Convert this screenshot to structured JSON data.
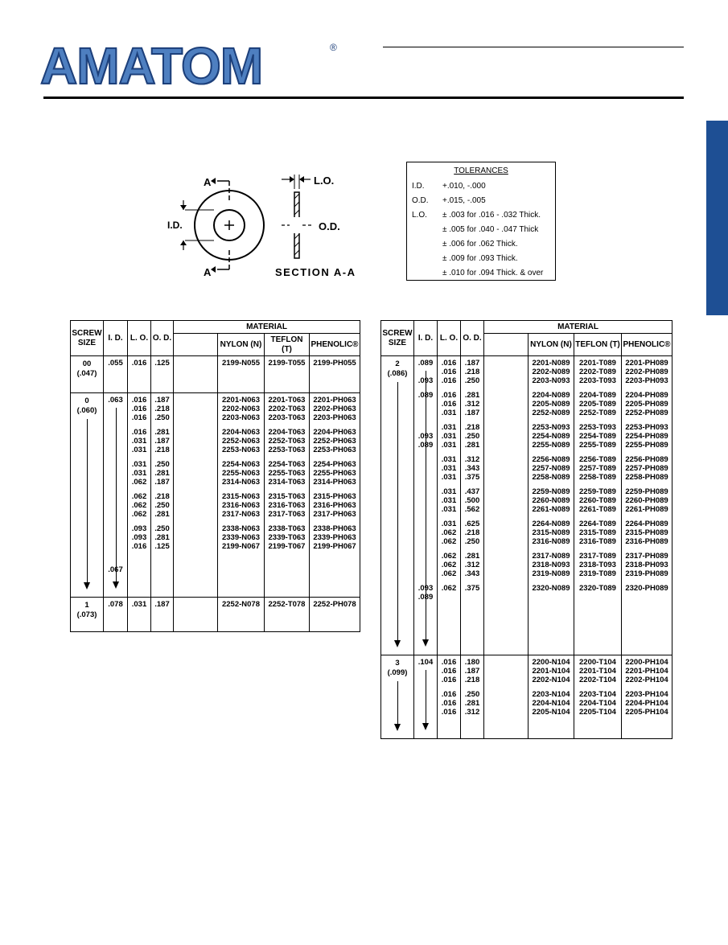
{
  "brand": {
    "name": "AMATOM",
    "reg_mark": "®"
  },
  "colors": {
    "brand_blue": "#4e7fc0",
    "brand_dark": "#1c3f7a",
    "side_tab": "#1e4f94"
  },
  "diagram": {
    "label_a_top": "A",
    "label_a_bottom": "A",
    "label_id": "I.D.",
    "label_lo": "L.O.",
    "label_od": "O.D.",
    "section_label": "SECTION A-A"
  },
  "tolerances": {
    "title": "TOLERANCES",
    "rows": [
      {
        "key": "I.D.",
        "value": "+.010, -.000"
      },
      {
        "key": "O.D.",
        "value": "+.015, -.005"
      },
      {
        "key": "L.O.",
        "value": "± .003 for .016 - .032 Thick."
      },
      {
        "key": "",
        "value": "± .005 for .040 - .047 Thick"
      },
      {
        "key": "",
        "value": "± .006 for .062 Thick."
      },
      {
        "key": "",
        "value": "± .009 for .093 Thick."
      },
      {
        "key": "",
        "value": "± .010 for .094 Thick. & over"
      }
    ]
  },
  "headers": {
    "screw_size": "SCREW SIZE",
    "id": "I. D.",
    "lo": "L. O.",
    "od": "O. D.",
    "material": "MATERIAL",
    "nylon": "NYLON (N)",
    "teflon": "TEFLON (T)",
    "phenolic": "PHENOLIC®"
  },
  "left_table": {
    "groups": [
      {
        "size": "00",
        "size_dec": "(.047)",
        "arrow": false,
        "id": [
          ".055"
        ],
        "lo": [
          ".016"
        ],
        "od": [
          ".125"
        ],
        "nylon": [
          "2199-N055"
        ],
        "teflon": [
          "2199-T055"
        ],
        "phenolic": [
          "2199-PH055"
        ]
      },
      {
        "size": "0",
        "size_dec": "(.060)",
        "arrow": true,
        "id": [
          ".063",
          "",
          "",
          "",
          "",
          "",
          "",
          "",
          "",
          "",
          "",
          "",
          "",
          "",
          "",
          "",
          ".067"
        ],
        "lo": [
          ".016",
          ".016",
          ".016",
          ".016",
          ".031",
          ".031",
          ".031",
          ".031",
          ".062",
          ".062",
          ".062",
          ".062",
          ".093",
          ".093",
          ".016"
        ],
        "od": [
          ".187",
          ".218",
          ".250",
          ".281",
          ".187",
          ".218",
          ".250",
          ".281",
          ".187",
          ".218",
          ".250",
          ".281",
          ".250",
          ".281",
          ".125"
        ],
        "nylon": [
          "2201-N063",
          "2202-N063",
          "2203-N063",
          "2204-N063",
          "2252-N063",
          "2253-N063",
          "2254-N063",
          "2255-N063",
          "2314-N063",
          "2315-N063",
          "2316-N063",
          "2317-N063",
          "2338-N063",
          "2339-N063",
          "2199-N067"
        ],
        "teflon": [
          "2201-T063",
          "2202-T063",
          "2203-T063",
          "2204-T063",
          "2252-T063",
          "2253-T063",
          "2254-T063",
          "2255-T063",
          "2314-T063",
          "2315-T063",
          "2316-T063",
          "2317-T063",
          "2338-T063",
          "2339-T063",
          "2199-T067"
        ],
        "phenolic": [
          "2201-PH063",
          "2202-PH063",
          "2203-PH063",
          "2204-PH063",
          "2252-PH063",
          "2253-PH063",
          "2254-PH063",
          "2255-PH063",
          "2314-PH063",
          "2315-PH063",
          "2316-PH063",
          "2317-PH063",
          "2338-PH063",
          "2339-PH063",
          "2199-PH067"
        ]
      },
      {
        "size": "1",
        "size_dec": "(.073)",
        "arrow": false,
        "id": [
          ".078"
        ],
        "lo": [
          ".031"
        ],
        "od": [
          ".187"
        ],
        "nylon": [
          "2252-N078"
        ],
        "teflon": [
          "2252-T078"
        ],
        "phenolic": [
          "2252-PH078"
        ]
      }
    ]
  },
  "right_table": {
    "groups": [
      {
        "size": "2",
        "size_dec": "(.086)",
        "arrow": true,
        "id": [
          ".089",
          "",
          ".093",
          ".089",
          "",
          "",
          "",
          ".093",
          ".089",
          "",
          "",
          "",
          "",
          "",
          "",
          "",
          "",
          "",
          "",
          "",
          "",
          ".093",
          ".089",
          ""
        ],
        "lo": [
          ".016",
          ".016",
          ".016",
          ".016",
          ".016",
          ".031",
          ".031",
          ".031",
          ".031",
          ".031",
          ".031",
          ".031",
          ".031",
          ".031",
          ".031",
          ".031",
          ".062",
          ".062",
          ".062",
          ".062",
          ".062",
          ".062"
        ],
        "od": [
          ".187",
          ".218",
          ".250",
          ".281",
          ".312",
          ".187",
          ".218",
          ".250",
          ".281",
          ".312",
          ".343",
          ".375",
          ".437",
          ".500",
          ".562",
          ".625",
          ".218",
          ".250",
          ".281",
          ".312",
          ".343",
          ".375"
        ],
        "nylon": [
          "2201-N089",
          "2202-N089",
          "2203-N093",
          "2204-N089",
          "2205-N089",
          "2252-N089",
          "2253-N093",
          "2254-N089",
          "2255-N089",
          "2256-N089",
          "2257-N089",
          "2258-N089",
          "2259-N089",
          "2260-N089",
          "2261-N089",
          "2264-N089",
          "2315-N089",
          "2316-N089",
          "2317-N089",
          "2318-N093",
          "2319-N089",
          "2320-N089"
        ],
        "teflon": [
          "2201-T089",
          "2202-T089",
          "2203-T093",
          "2204-T089",
          "2205-T089",
          "2252-T089",
          "2253-T093",
          "2254-T089",
          "2255-T089",
          "2256-T089",
          "2257-T089",
          "2258-T089",
          "2259-T089",
          "2260-T089",
          "2261-T089",
          "2264-T089",
          "2315-T089",
          "2316-T089",
          "2317-T089",
          "2318-T093",
          "2319-T089",
          "2320-T089"
        ],
        "phenolic": [
          "2201-PH089",
          "2202-PH089",
          "2203-PH093",
          "2204-PH089",
          "2205-PH089",
          "2252-PH089",
          "2253-PH093",
          "2254-PH089",
          "2255-PH089",
          "2256-PH089",
          "2257-PH089",
          "2258-PH089",
          "2259-PH089",
          "2260-PH089",
          "2261-PH089",
          "2264-PH089",
          "2315-PH089",
          "2316-PH089",
          "2317-PH089",
          "2318-PH093",
          "2319-PH089",
          "2320-PH089"
        ]
      },
      {
        "size": "3",
        "size_dec": "(.099)",
        "arrow": true,
        "id": [
          ".104"
        ],
        "lo": [
          ".016",
          ".016",
          ".016",
          ".016",
          ".016",
          ".016"
        ],
        "od": [
          ".180",
          ".187",
          ".218",
          ".250",
          ".281",
          ".312"
        ],
        "nylon": [
          "2200-N104",
          "2201-N104",
          "2202-N104",
          "2203-N104",
          "2204-N104",
          "2205-N104"
        ],
        "teflon": [
          "2200-T104",
          "2201-T104",
          "2202-T104",
          "2203-T104",
          "2204-T104",
          "2205-T104"
        ],
        "phenolic": [
          "2200-PH104",
          "2201-PH104",
          "2202-PH104",
          "2203-PH104",
          "2204-PH104",
          "2205-PH104"
        ]
      }
    ]
  }
}
